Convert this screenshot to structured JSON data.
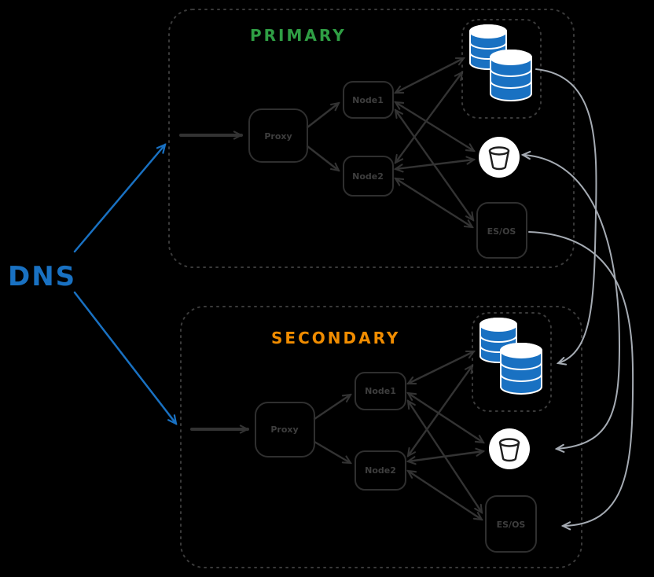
{
  "colors": {
    "background": "#000000",
    "dns_blue": "#1971c2",
    "primary_green": "#2f9e44",
    "secondary_orange": "#f08c00",
    "database_blue": "#1971c2",
    "bucket_white": "#ffffff",
    "replication_gray": "#a5abb3",
    "diagram_stroke": "#333333"
  },
  "dns": {
    "label": "DNS"
  },
  "primary": {
    "title": "PRIMARY",
    "proxy_label": "Proxy",
    "node1_label": "Node1",
    "node2_label": "Node2",
    "search_label": "ES/OS",
    "icons": {
      "database": "database-cylinders-icon",
      "object_storage": "bucket-icon"
    }
  },
  "secondary": {
    "title": "SECONDARY",
    "proxy_label": "Proxy",
    "node1_label": "Node1",
    "node2_label": "Node2",
    "search_label": "ES/OS",
    "icons": {
      "database": "database-cylinders-icon",
      "object_storage": "bucket-icon"
    }
  }
}
